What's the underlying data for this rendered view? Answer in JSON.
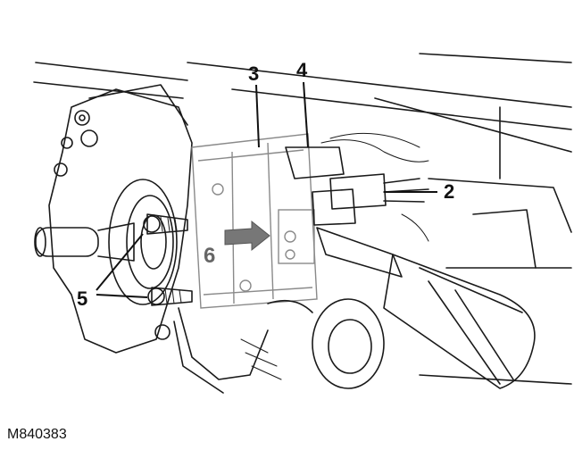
{
  "figure": {
    "reference": "M840383",
    "callouts": {
      "c2": "2",
      "c3": "3",
      "c4": "4",
      "c5": "5",
      "c6": "6"
    }
  },
  "colors": {
    "line": "#1a1a1a",
    "ghost_component": "#8a8a8a",
    "arrow": "#777777",
    "background": "#ffffff"
  }
}
